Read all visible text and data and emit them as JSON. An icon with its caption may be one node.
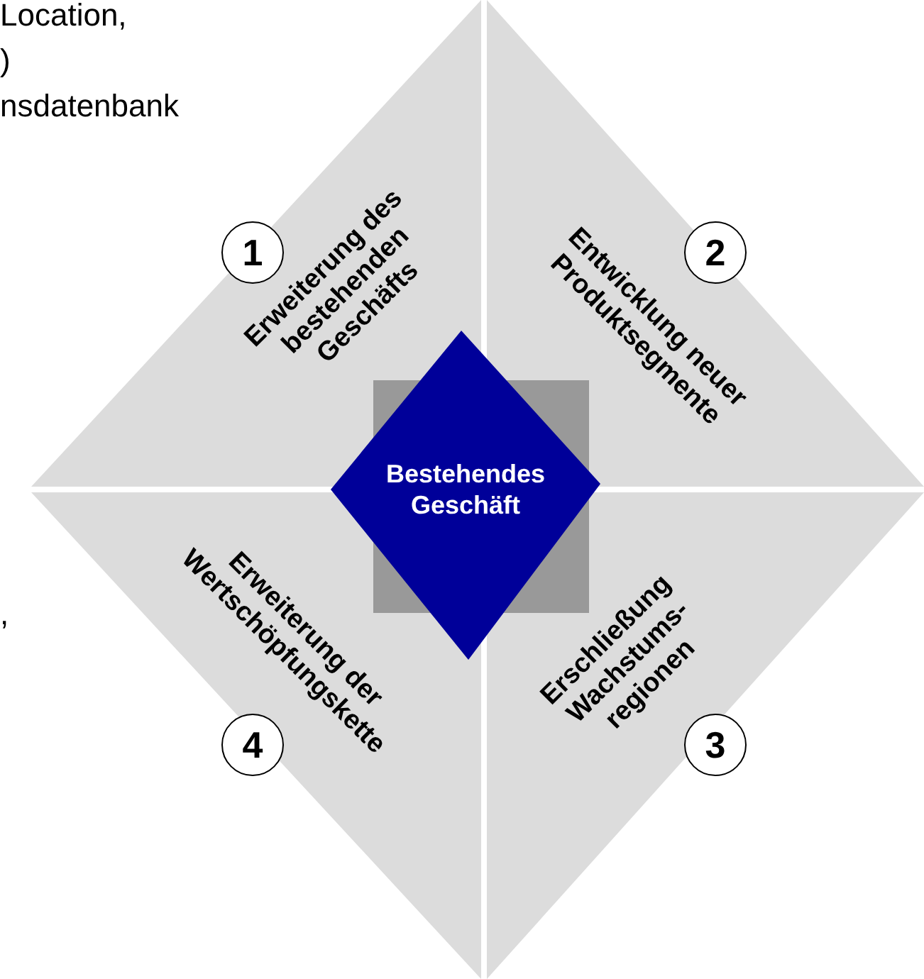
{
  "diagram": {
    "nodes": [
      {
        "text": [
          "Bestehendes Geschäft"
        ]
      },
      {
        "text": [
          "Erweiterung des bestehenden Geschäfts"
        ]
      },
      {
        "text": [
          "1"
        ],
        "in": 1
      },
      {
        "text": [
          "Entwicklung neuer Produktsegmente"
        ]
      },
      {
        "text": [
          "2"
        ],
        "in": 3
      },
      {
        "text": [
          "Erweiterung der Wertschöpfungskette"
        ]
      },
      {
        "text": [
          "4"
        ],
        "in": 5
      },
      {
        "text": [
          "Erschließung Wachstums- regionen"
        ]
      },
      {
        "text": [
          "3"
        ],
        "in": 7
      }
    ],
    "edges": [],
    "labels": [
      "Location,",
      ")",
      "nsdatenbank",
      ","
    ]
  }
}
